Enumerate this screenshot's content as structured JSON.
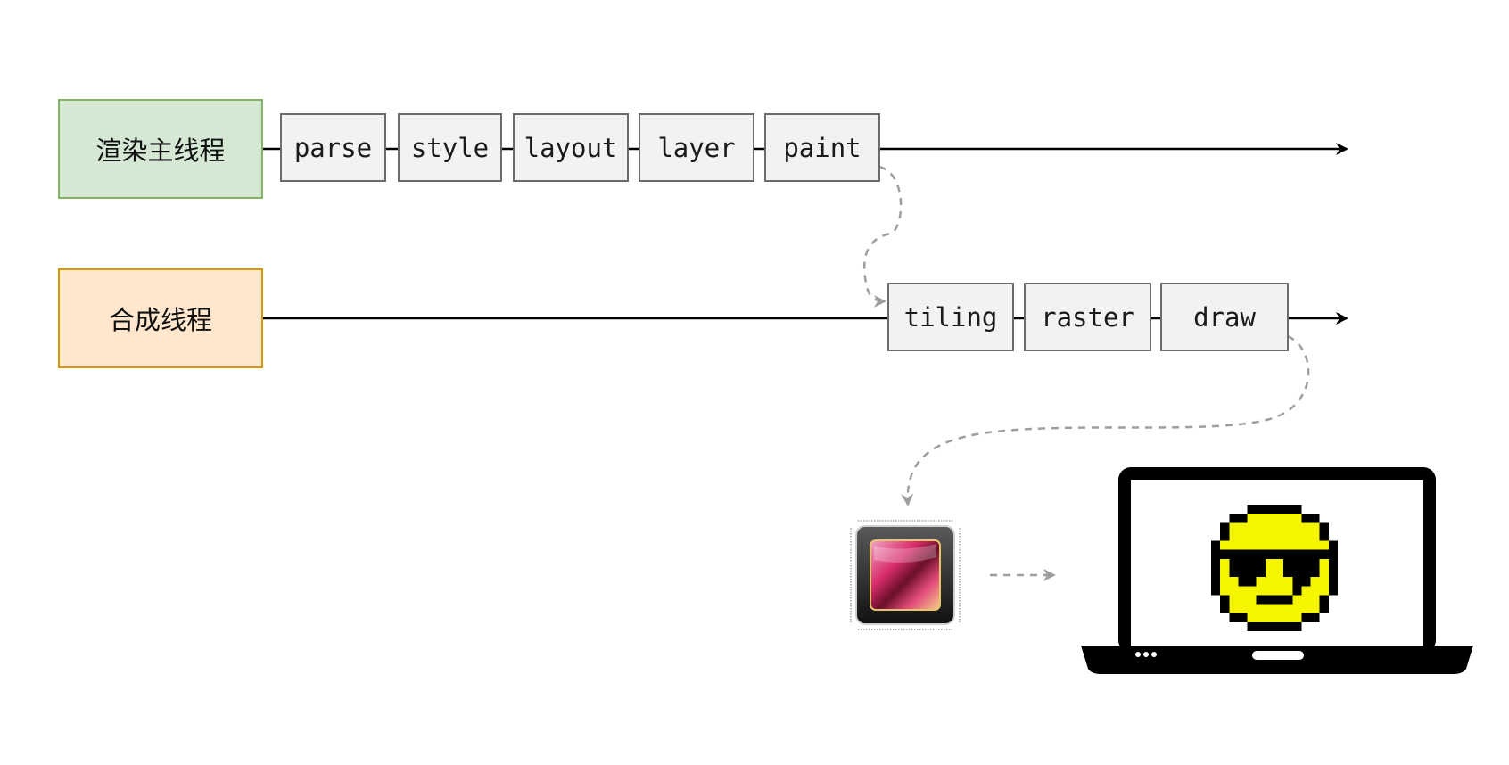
{
  "threads": [
    {
      "id": "main",
      "label": "渲染主线程",
      "fill": "#d5e8d4",
      "stroke": "#82b366",
      "steps": [
        "parse",
        "style",
        "layout",
        "layer",
        "paint"
      ]
    },
    {
      "id": "compositor",
      "label": "合成线程",
      "fill": "#ffe6cc",
      "stroke": "#d79b00",
      "steps": [
        "tiling",
        "raster",
        "draw"
      ]
    }
  ],
  "colors": {
    "step_fill": "#f2f2f2",
    "step_stroke": "#6b6b6b",
    "timeline_line": "#000000",
    "dashed_connector": "#9e9e9e"
  },
  "icons": {
    "gpu": "gpu-chip-icon",
    "display": "laptop-monitor-icon",
    "face": "pixel-smiley-sunglasses-icon"
  }
}
